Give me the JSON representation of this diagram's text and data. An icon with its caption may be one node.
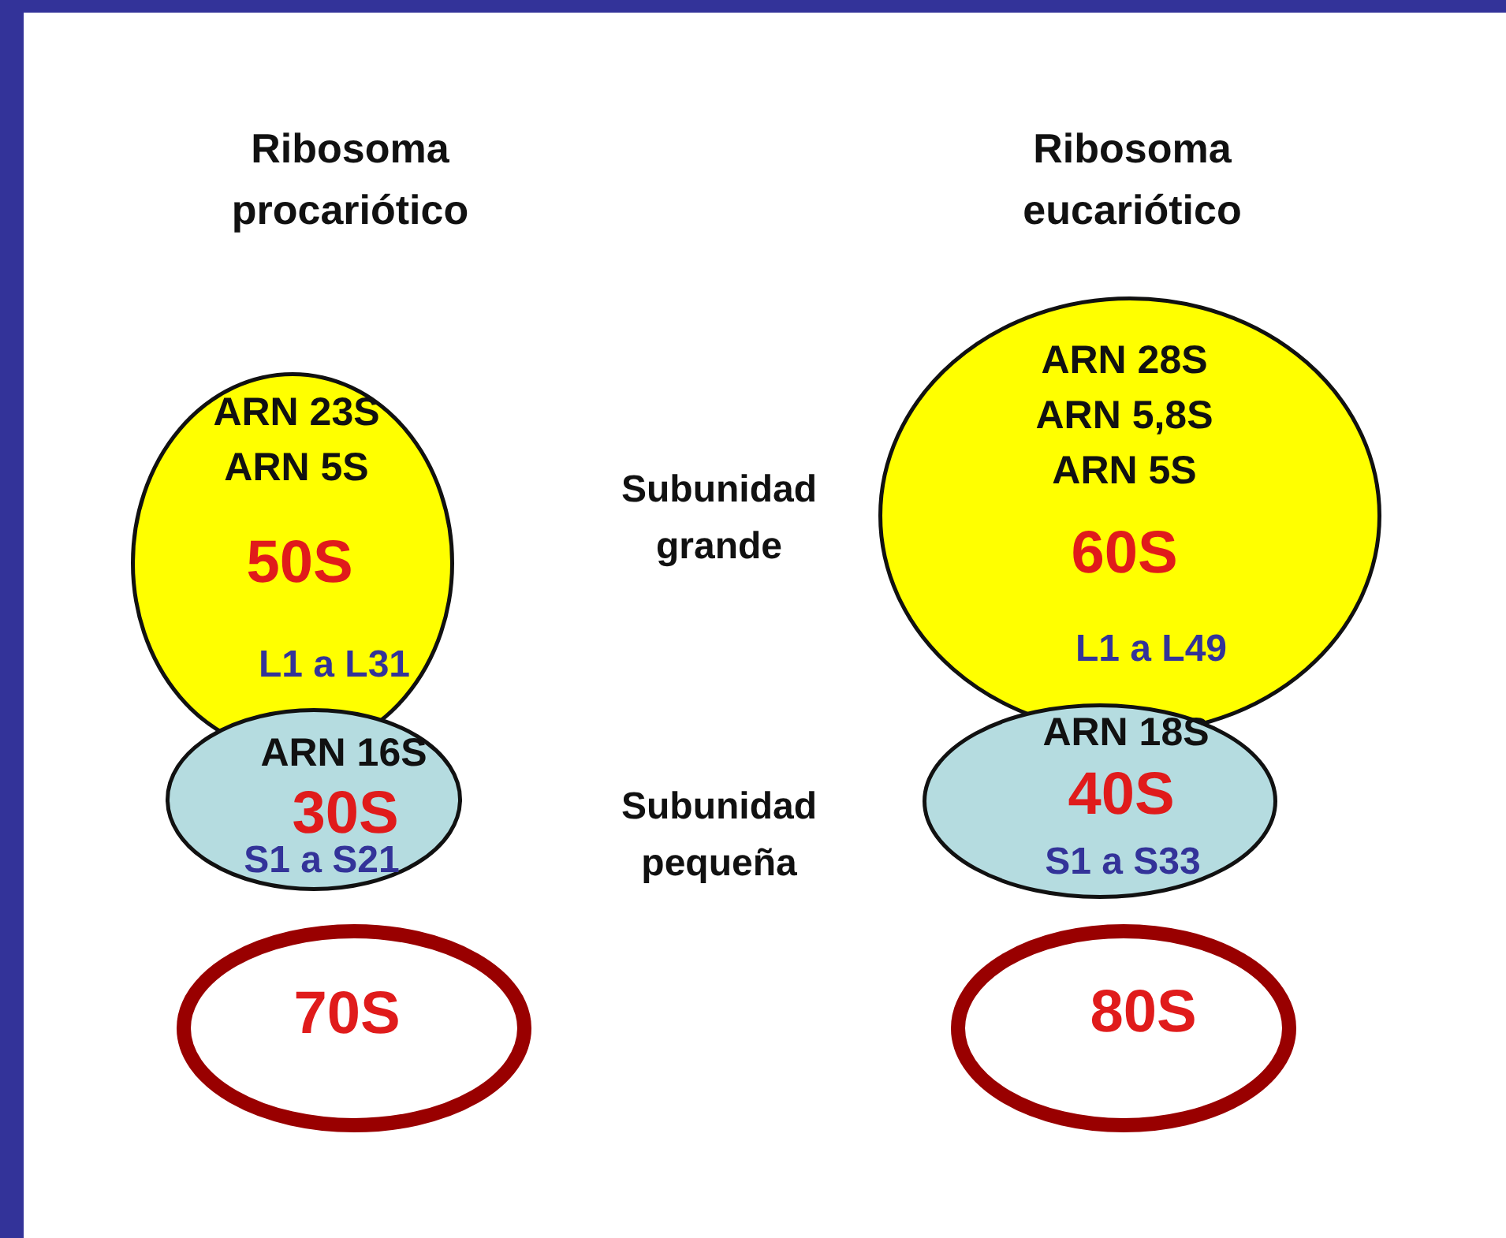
{
  "diagram": {
    "nodes": [
      {
        "text": [
          "ARN 23S",
          "ARN 5S",
          "50S",
          "L1 a L31"
        ]
      },
      {
        "text": [
          "ARN 16S",
          "30S",
          "S1 a S21"
        ]
      },
      {
        "text": [
          "ARN 28S",
          "ARN 5,8S",
          "ARN 5S",
          "60S",
          "L1 a L49"
        ]
      },
      {
        "text": [
          "ARN 18S",
          "40S",
          "S1 a S33"
        ]
      },
      {
        "text": [
          "70S"
        ]
      },
      {
        "text": [
          "80S"
        ]
      }
    ],
    "labels": [
      "Ribosoma procariótico",
      "Ribosoma eucariótico",
      "Subunidad grande",
      "Subunidad pequeña"
    ]
  }
}
